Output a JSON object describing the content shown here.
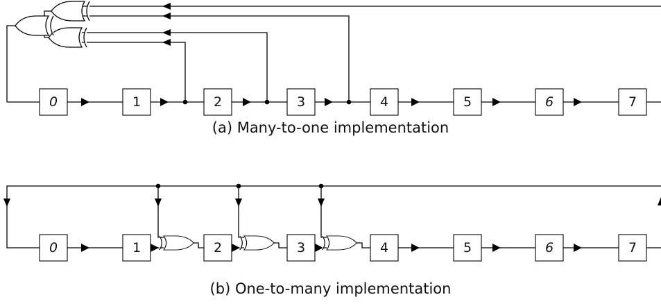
{
  "diagram_a": {
    "registers": [
      "0",
      "1",
      "2",
      "3",
      "4",
      "5",
      "6",
      "7"
    ],
    "caption": "(a) Many-to-one implementation"
  },
  "diagram_b": {
    "registers": [
      "0",
      "1",
      "2",
      "3",
      "4",
      "5",
      "6",
      "7"
    ],
    "caption": "(b) One-to-many implementation"
  }
}
